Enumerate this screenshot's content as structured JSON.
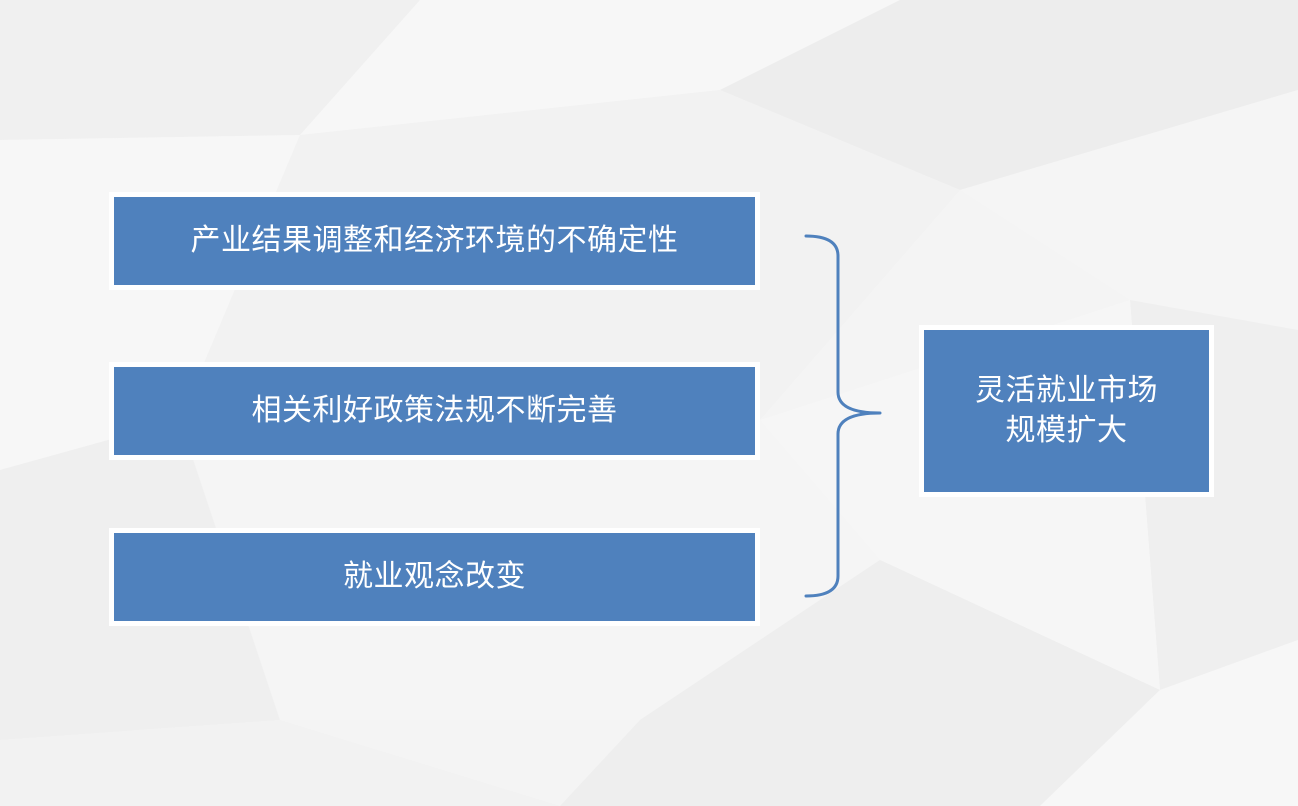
{
  "causes": [
    {
      "label": "产业结果调整和经济环境的不确定性"
    },
    {
      "label": "相关利好政策法规不断完善"
    },
    {
      "label": "就业观念改变"
    }
  ],
  "result": {
    "line1": "灵活就业市场",
    "line2": "规模扩大"
  },
  "colors": {
    "box_fill": "#4f81bd",
    "brace_stroke": "#4f81bd",
    "text": "#ffffff",
    "background": "#f3f3f3"
  }
}
